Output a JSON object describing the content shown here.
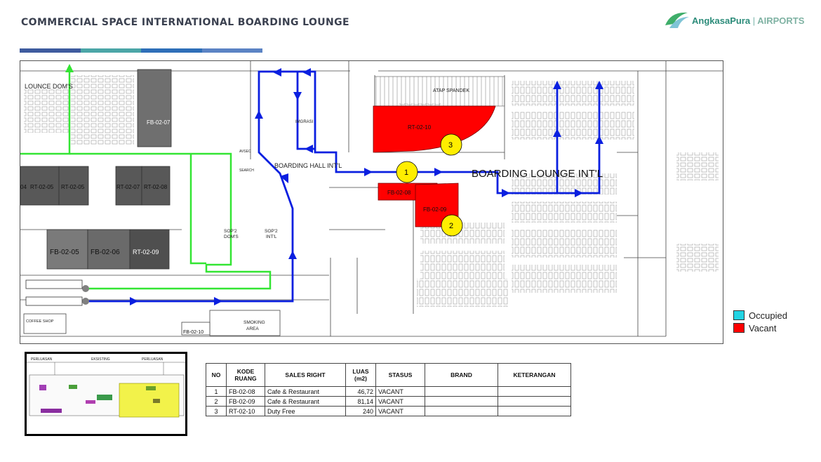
{
  "header": {
    "title": "COMMERCIAL SPACE INTERNATIONAL BOARDING LOUNGE",
    "logo_name": "AngkasaPura",
    "logo_separator": "|",
    "logo_suffix": "AIRPORTS",
    "bar_colors": [
      "#3e5b9e",
      "#4ba6a7",
      "#2e6fb8",
      "#5b83c4"
    ]
  },
  "colors": {
    "occupied": "#22d3e3",
    "vacant": "#ff0000",
    "route_blue": "#0a1fe0",
    "route_green": "#33e533",
    "marker": "#ffee00"
  },
  "map": {
    "labels": {
      "lounge_dom": "LOUNCE DOM'S",
      "boarding_hall": "BOARDING HALL INT'L",
      "boarding_lounge": "BOARDING LOUNGE INT'L",
      "atap_spandek": "ATAP SPANDEK",
      "imigrasi": "IMGRASI",
      "smoking": "SMOKING",
      "area": "AREA",
      "coffee": "COFFEE SHOP",
      "sop_dom": "SOP'2",
      "sop_dom_sub": "DOM'S",
      "sop_intl": "SOP'2",
      "sop_intl_sub": "INT'L",
      "avsec": "AVSEC",
      "search": "SEARCH"
    },
    "units": {
      "fb_02_07": "FB-02-07",
      "rt_02_05": "RT-02-05",
      "rt_02_05b": "RT-02-05",
      "rt_02_07": "RT-02-07",
      "rt_02_08": "RT-02-08",
      "u04": "04",
      "fb_02_05": "FB-02-05",
      "fb_02_06": "FB-02-06",
      "rt_02_09": "RT-02-09",
      "fb_02_10": "FB-02-10",
      "rt_02_10": "RT-02-10",
      "fb_02_08": "FB-02-08",
      "fb_02_09": "FB-02-09"
    },
    "markers": [
      "1",
      "2",
      "3"
    ]
  },
  "legend": {
    "occupied": "Occupied",
    "vacant": "Vacant"
  },
  "minimap": {
    "left_label": "PERLUASAN",
    "mid_label": "EKSISTING",
    "right_label": "PERLUASAN"
  },
  "table": {
    "headers": [
      "NO",
      "KODE RUANG",
      "SALES RIGHT",
      "LUAS (m2)",
      "STASUS",
      "BRAND",
      "KETERANGAN"
    ],
    "rows": [
      {
        "no": "1",
        "code": "FB-02-08",
        "sales": "Cafe  & Restaurant",
        "area": "46,72",
        "status": "VACANT",
        "brand": "",
        "note": ""
      },
      {
        "no": "2",
        "code": "FB-02-09",
        "sales": "Cafe  & Restaurant",
        "area": "81,14",
        "status": "VACANT",
        "brand": "",
        "note": ""
      },
      {
        "no": "3",
        "code": "RT-02-10",
        "sales": "Duty  Free",
        "area": "240",
        "status": "VACANT",
        "brand": "",
        "note": ""
      }
    ]
  }
}
